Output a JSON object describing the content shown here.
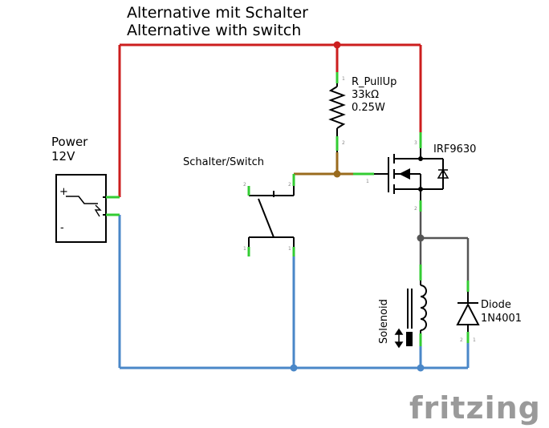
{
  "title": {
    "line1": "Alternative mit Schalter",
    "line2": "Alternative with switch"
  },
  "components": {
    "power": {
      "label": "Power",
      "value": "12V",
      "plus": "+",
      "minus": "-",
      "icon": "dc-power-jack-icon"
    },
    "switch": {
      "label": "Schalter/Switch",
      "pins": [
        "2",
        "2",
        "1",
        "1"
      ],
      "icon": "spdt-switch-icon"
    },
    "resistor": {
      "name": "R_PullUp",
      "value": "33kΩ",
      "power": "0.25W",
      "pins": [
        "1",
        "2"
      ],
      "icon": "resistor-icon"
    },
    "mosfet": {
      "name": "IRF9630",
      "pins": [
        "3",
        "1",
        "2"
      ],
      "icon": "p-mosfet-icon"
    },
    "solenoid": {
      "label": "Solenoid",
      "icon": "solenoid-icon"
    },
    "diode": {
      "name": "Diode",
      "part": "1N4001",
      "pins": [
        "2",
        "1"
      ],
      "icon": "diode-icon"
    }
  },
  "colors": {
    "positive_wire": "#cc1e1e",
    "ground_wire": "#4a87c8",
    "gate_wire": "#9a6b1e",
    "neutral_wire": "#555555",
    "pin_highlight": "#33cc33",
    "junction_red": "#cc1e1e",
    "junction_blue": "#4a87c8"
  },
  "watermark": "fritzing"
}
